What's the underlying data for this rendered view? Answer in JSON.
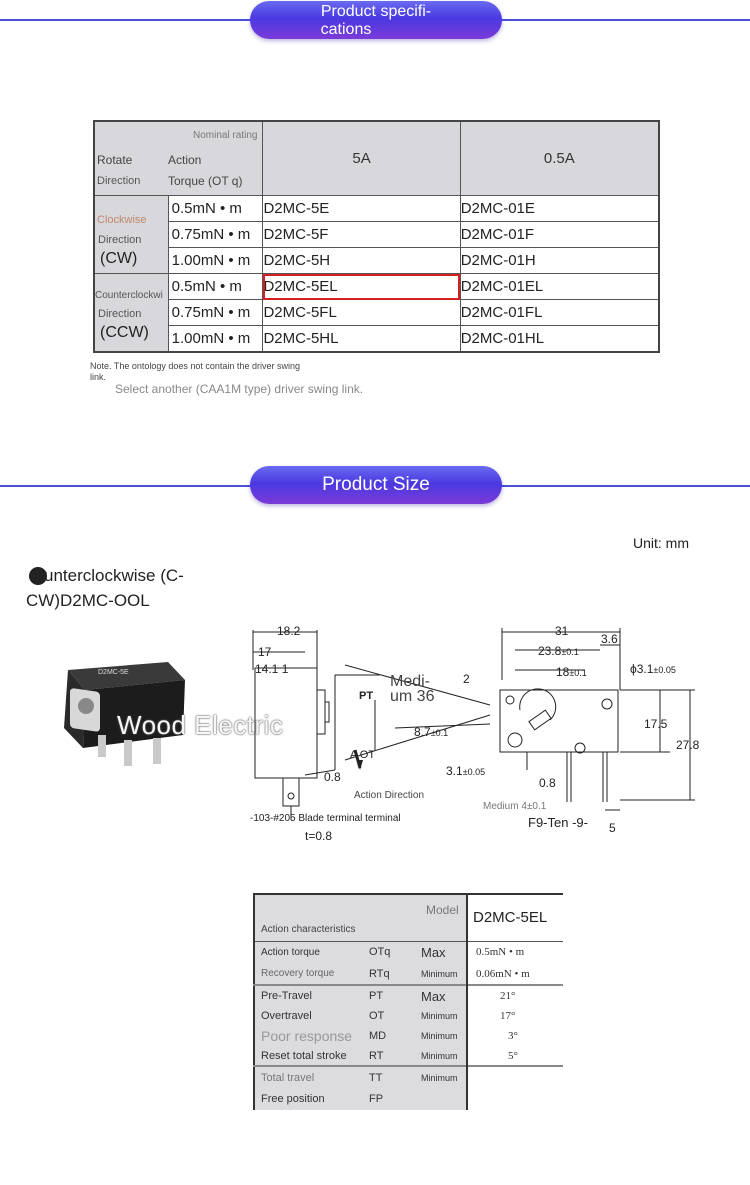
{
  "section1": {
    "title_line1": "Product specifi-",
    "title_line2": "cations"
  },
  "spec_table": {
    "header": {
      "nominal_rating": "Nominal rating",
      "rotate": "Rotate",
      "direction": "Direction",
      "action": "Action",
      "torque": "Torque (OT q)",
      "col_5a": "5A",
      "col_05a": "0.5A"
    },
    "groups": [
      {
        "name": "Clockwise",
        "direction": "Direction",
        "abbr": "(CW)",
        "rows": [
          {
            "torque": "0.5mN • m",
            "m5a": "D2MC-5E",
            "m05a": "D2MC-01E"
          },
          {
            "torque": "0.75mN • m",
            "m5a": "D2MC-5F",
            "m05a": "D2MC-01F"
          },
          {
            "torque": "1.00mN • m",
            "m5a": "D2MC-5H",
            "m05a": "D2MC-01H"
          }
        ]
      },
      {
        "name": "Counterclockwi",
        "direction": "Direction",
        "abbr": "(CCW)",
        "rows": [
          {
            "torque": "0.5mN • m",
            "m5a": "D2MC-5EL",
            "m05a": "D2MC-01EL"
          },
          {
            "torque": "0.75mN • m",
            "m5a": "D2MC-5FL",
            "m05a": "D2MC-01FL"
          },
          {
            "torque": "1.00mN • m",
            "m5a": "D2MC-5HL",
            "m05a": "D2MC-01HL"
          }
        ]
      }
    ],
    "note_line1": "Note. The ontology does not contain the driver swing",
    "note_line2": "link.",
    "note_line3": "Select another (CAA1M type) driver swing link."
  },
  "section2": {
    "title": "Product Size"
  },
  "unit": "Unit: mm",
  "drawing_title_line1": "unterclockwise (C-",
  "drawing_title_line2": "CW)D2MC-OOL",
  "watermark": "Wood Electric",
  "dims": {
    "d18_2": "18.2",
    "d17": "17",
    "d14_1": "14.1 1",
    "pt": "PT",
    "medium_line1": "Medi-",
    "medium_line2": "um 36",
    "d2": "2",
    "d8_7": "8.7",
    "tol01": "±0.1",
    "a_ot": "A OT",
    "action_direction": "Action Direction",
    "d3_1": "3.1",
    "tol005": "±0.05",
    "d0_8a": "0.8",
    "d0_8b": "0.8",
    "blade_terminal": "-103-#205 Blade terminal terminal",
    "t_value": "t=0.8",
    "d31": "31",
    "d3_6": "3.6",
    "d23_8": "23.8",
    "d18": "18",
    "phi3_1": "ϕ3.1",
    "d17_5": "17.5",
    "d27_8": "27.8",
    "medium4": "Medium 4±0.1",
    "f9": "F9-Ten -9-",
    "d5": "5"
  },
  "char_table": {
    "model_label": "Model",
    "model_value": "D2MC-5EL",
    "action_characteristics": "Action characteristics",
    "rows": [
      {
        "name": "Action torque",
        "code": "OTq",
        "qual": "Max",
        "value": "0.5mN • m"
      },
      {
        "name": "Recovery torque",
        "code": "RTq",
        "qual": "Minimum",
        "value": "0.06mN • m"
      },
      {
        "name": "Pre-Travel",
        "code": "PT",
        "qual": "Max",
        "value": "21°"
      },
      {
        "name": "Overtravel",
        "code": "OT",
        "qual": "Minimum",
        "value": "17°"
      },
      {
        "name": "Poor response",
        "code": "MD",
        "qual": "Minimum",
        "value": "3°"
      },
      {
        "name": "Reset total stroke",
        "code": "RT",
        "qual": "Minimum",
        "value": "5°"
      },
      {
        "name": "Total travel",
        "code": "TT",
        "qual": "Minimum",
        "value": ""
      },
      {
        "name": "Free position",
        "code": "FP",
        "qual": "",
        "value": ""
      }
    ]
  },
  "colors": {
    "accent": "#4b39e2",
    "highlight_border": "#d42020",
    "header_gray": "#d8d8dc"
  }
}
